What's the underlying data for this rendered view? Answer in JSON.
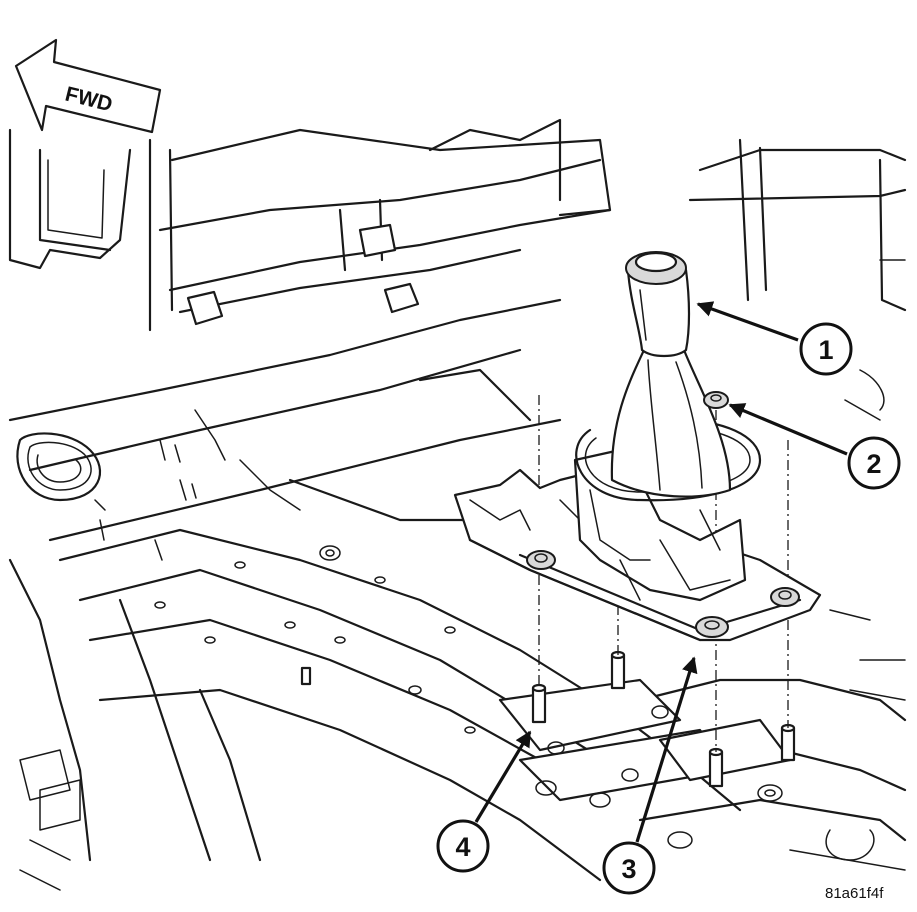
{
  "fwd_label": "FWD",
  "figure_id": "81a61f4f",
  "callouts": [
    {
      "number": "1"
    },
    {
      "number": "2"
    },
    {
      "number": "3"
    },
    {
      "number": "4"
    }
  ]
}
